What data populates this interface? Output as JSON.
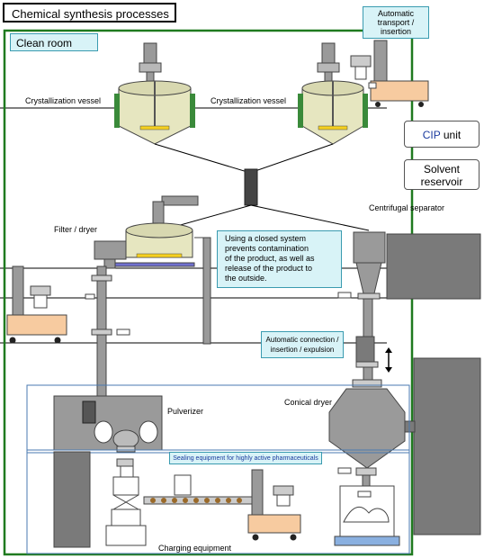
{
  "title": "Chemical synthesis processes",
  "clean_room": "Clean room",
  "auto_transport": [
    "Automatic",
    "transport /",
    "insertion"
  ],
  "crystallization_left": "Crystallization vessel",
  "crystallization_right": "Crystallization vessel",
  "cip_unit": {
    "prefix": "CIP",
    "suffix": " unit"
  },
  "solvent_reservoir": [
    "Solvent",
    "reservoir"
  ],
  "centrifugal_separator": "Centrifugal separator",
  "filter_dryer": "Filter / dryer",
  "closed_system_note": [
    "Using a closed system",
    "prevents contamination",
    "of the product, as well as",
    "release of the product to",
    "the outside."
  ],
  "auto_connection": [
    "Automatic connection /",
    "insertion / expulsion"
  ],
  "pulverizer": "Pulverizer",
  "conical_dryer": "Conical dryer",
  "sealing_equipment": "Sealing equipment for highly active pharmaceuticals",
  "charging_equipment": "Charging equipment",
  "colors": {
    "clean_room_border": "#1f7a1f",
    "callout_fill": "#d8f3f7",
    "vessel_fill": "#e6e6c0",
    "machine_gray": "#7a7a7a",
    "cart_orange": "#f7cba0",
    "cip_blue": "#1a3a9e"
  }
}
